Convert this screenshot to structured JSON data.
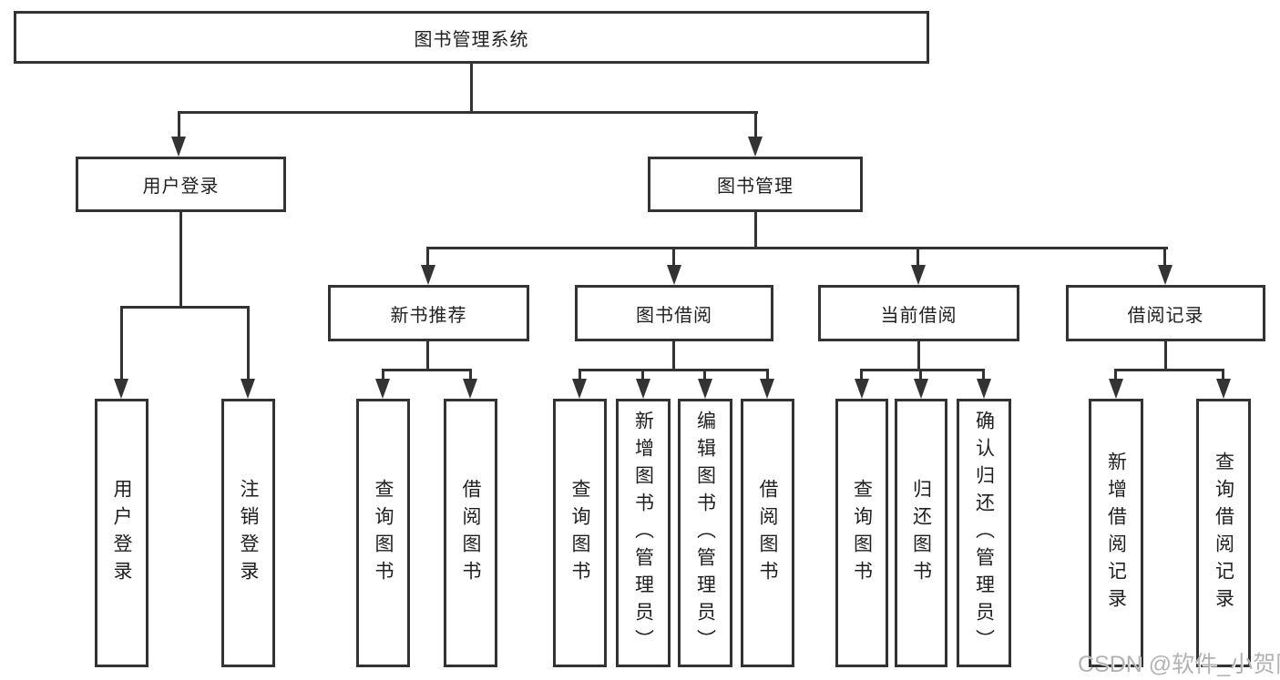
{
  "tree": {
    "root": {
      "label": "图书管理系统"
    },
    "branches": [
      {
        "label": "用户登录",
        "children": [
          {
            "label": "用户登录"
          },
          {
            "label": "注销登录"
          }
        ]
      },
      {
        "label": "图书管理",
        "children": [
          {
            "label": "新书推荐",
            "children": [
              {
                "label": "查询图书"
              },
              {
                "label": "借阅图书"
              }
            ]
          },
          {
            "label": "图书借阅",
            "children": [
              {
                "label": "查询图书"
              },
              {
                "label": "新增图书（管理员）"
              },
              {
                "label": "编辑图书（管理员）"
              },
              {
                "label": "借阅图书"
              }
            ]
          },
          {
            "label": "当前借阅",
            "children": [
              {
                "label": "查询图书"
              },
              {
                "label": "归还图书"
              },
              {
                "label": "确认归还（管理员）"
              }
            ]
          },
          {
            "label": "借阅记录",
            "children": [
              {
                "label": "新增借阅记录"
              },
              {
                "label": "查询借阅记录"
              }
            ]
          }
        ]
      }
    ]
  },
  "watermark": {
    "text": "CSDN @软件_小贺同学"
  },
  "colors": {
    "line": "#333333",
    "box_border": "#333333",
    "box_background": "#ffffff",
    "text": "#1f1f1f",
    "watermark": "#b3b3b3"
  }
}
